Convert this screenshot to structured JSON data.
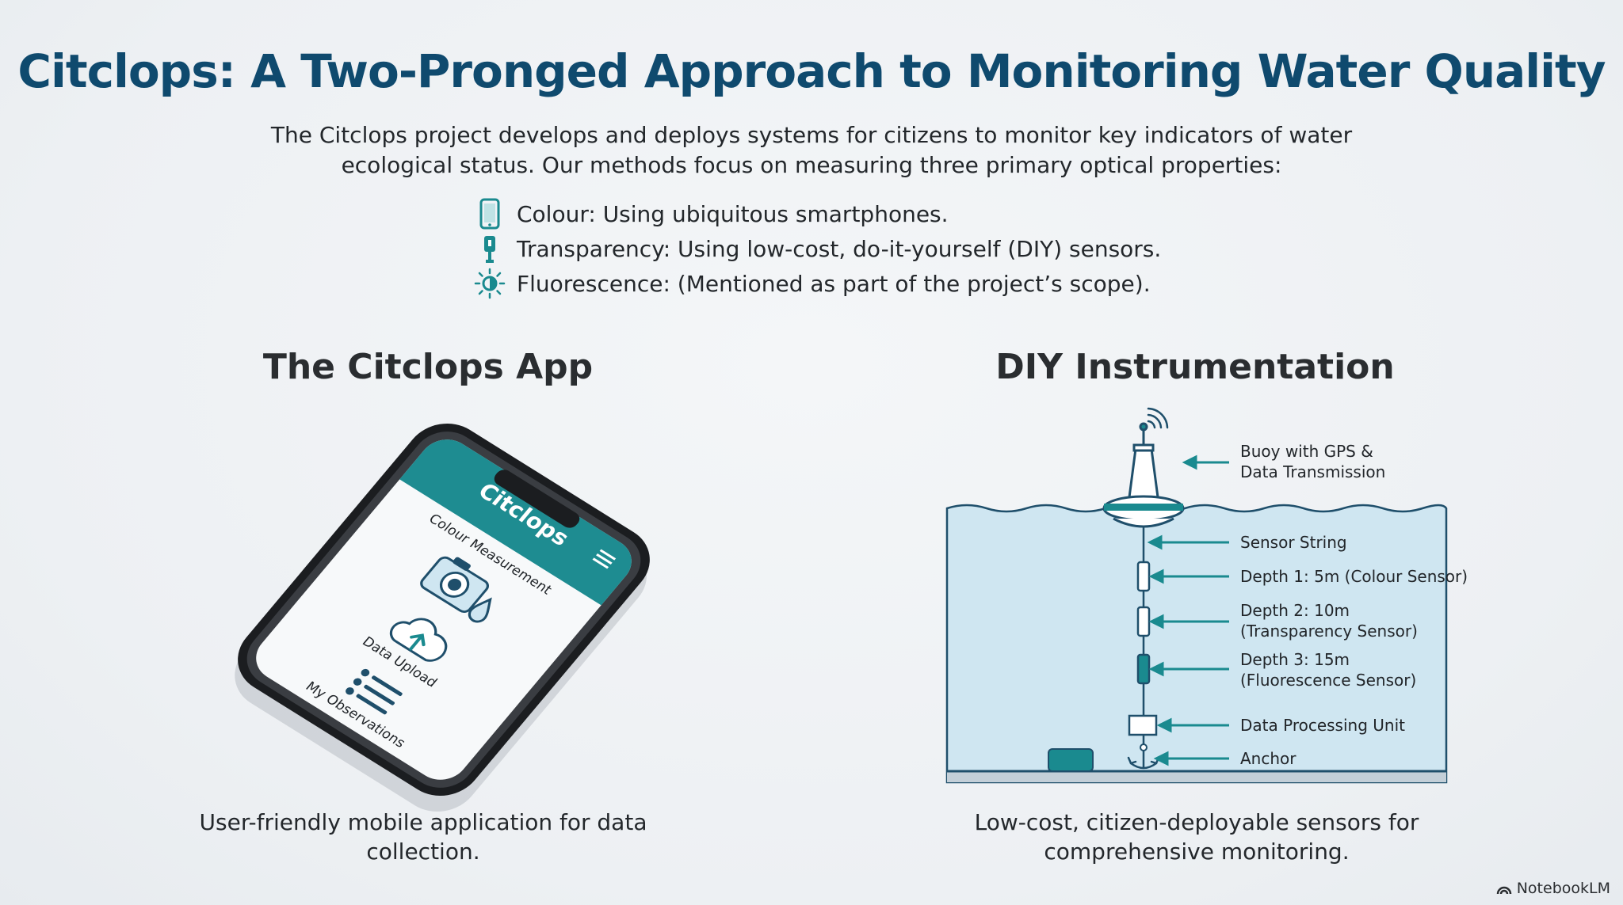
{
  "title": "Citclops: A Two-Pronged Approach to Monitoring Water Quality",
  "intro": {
    "line1": "The Citclops project develops and deploys systems for citizens to monitor key indicators of water",
    "line2": "ecological status. Our methods focus on measuring three primary optical properties:"
  },
  "properties": [
    {
      "icon": "smartphone-icon",
      "text": "Colour: Using ubiquitous smartphones."
    },
    {
      "icon": "sensor-probe-icon",
      "text": "Transparency: Using low-cost, do-it-yourself (DIY) sensors."
    },
    {
      "icon": "fluorescence-sun-icon",
      "text": "Fluorescence: (Mentioned as part of the project’s scope)."
    }
  ],
  "app": {
    "heading": "The Citclops App",
    "screen_brand": "Citclops",
    "menu_items": [
      "Colour Measurement",
      "Data Upload",
      "My Observations"
    ],
    "caption_line1": "User-friendly mobile application for data",
    "caption_line2": "collection."
  },
  "diy": {
    "heading": "DIY Instrumentation",
    "labels": {
      "buoy_1": "Buoy with GPS &",
      "buoy_2": "Data Transmission",
      "sensor_string": "Sensor String",
      "depth1": "Depth 1: 5m (Colour Sensor)",
      "depth2_1": "Depth 2: 10m",
      "depth2_2": "(Transparency Sensor)",
      "depth3_1": "Depth 3: 15m",
      "depth3_2": "(Fluorescence Sensor)",
      "processing": "Data Processing Unit",
      "anchor": "Anchor"
    },
    "caption_line1": "Low-cost, citizen-deployable sensors for",
    "caption_line2": "comprehensive monitoring."
  },
  "colors": {
    "title": "#0f4a6e",
    "accent": "#1a8a8f",
    "water": "#cfe6f1",
    "phone_header": "#1e8c91"
  },
  "watermark": "NotebookLM"
}
